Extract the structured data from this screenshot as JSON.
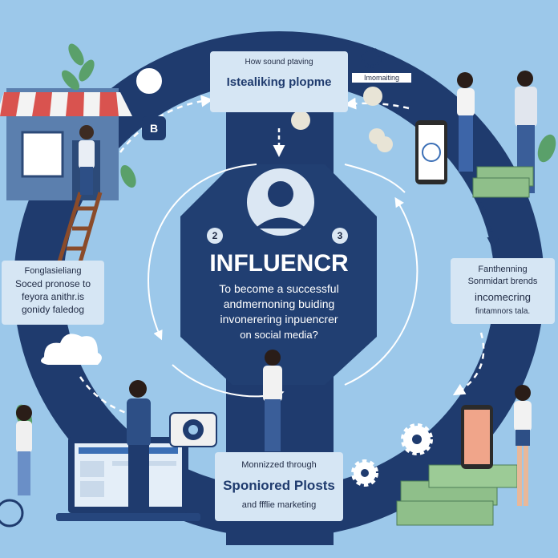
{
  "top_panel": {
    "small": "How sound ptaving",
    "title": "Istealiking plopme"
  },
  "top_tag": "Imomaiting",
  "left_panel": {
    "line1": "Fonglasieliang",
    "line2": "Soced pronose to",
    "line3": "feyora anithr.is",
    "line4": "gonidy faledog"
  },
  "right_panel": {
    "line1": "Fanthenning",
    "line2": "Sonmidart brends",
    "line3": "incomecring",
    "line4": "fintamnors tala."
  },
  "center": {
    "title": "INFLUENCR",
    "line1": "To become a successful",
    "line2": "andmernoning buiding",
    "line3": "invonerering inpuencrer",
    "line4": "on social media?",
    "num_left": "2",
    "num_right": "3"
  },
  "bottom_panel": {
    "small": "Monnizzed through",
    "title": "Sponiored Plosts",
    "sub": "and ffflie marketing"
  },
  "badge_b": "B",
  "colors": {
    "background": "#9cc8ea",
    "navy": "#1f3b6e",
    "panel": "#d6e6f4",
    "money": "#8fbf8a",
    "awning": "#d9534f"
  },
  "icons": [
    "store-icon",
    "ladder-icon",
    "phone-dollar-icon",
    "cloud-icon",
    "laptop-icon",
    "camera-icon",
    "gear-icon",
    "money-stack-icon",
    "coin-icon",
    "person-icon"
  ]
}
